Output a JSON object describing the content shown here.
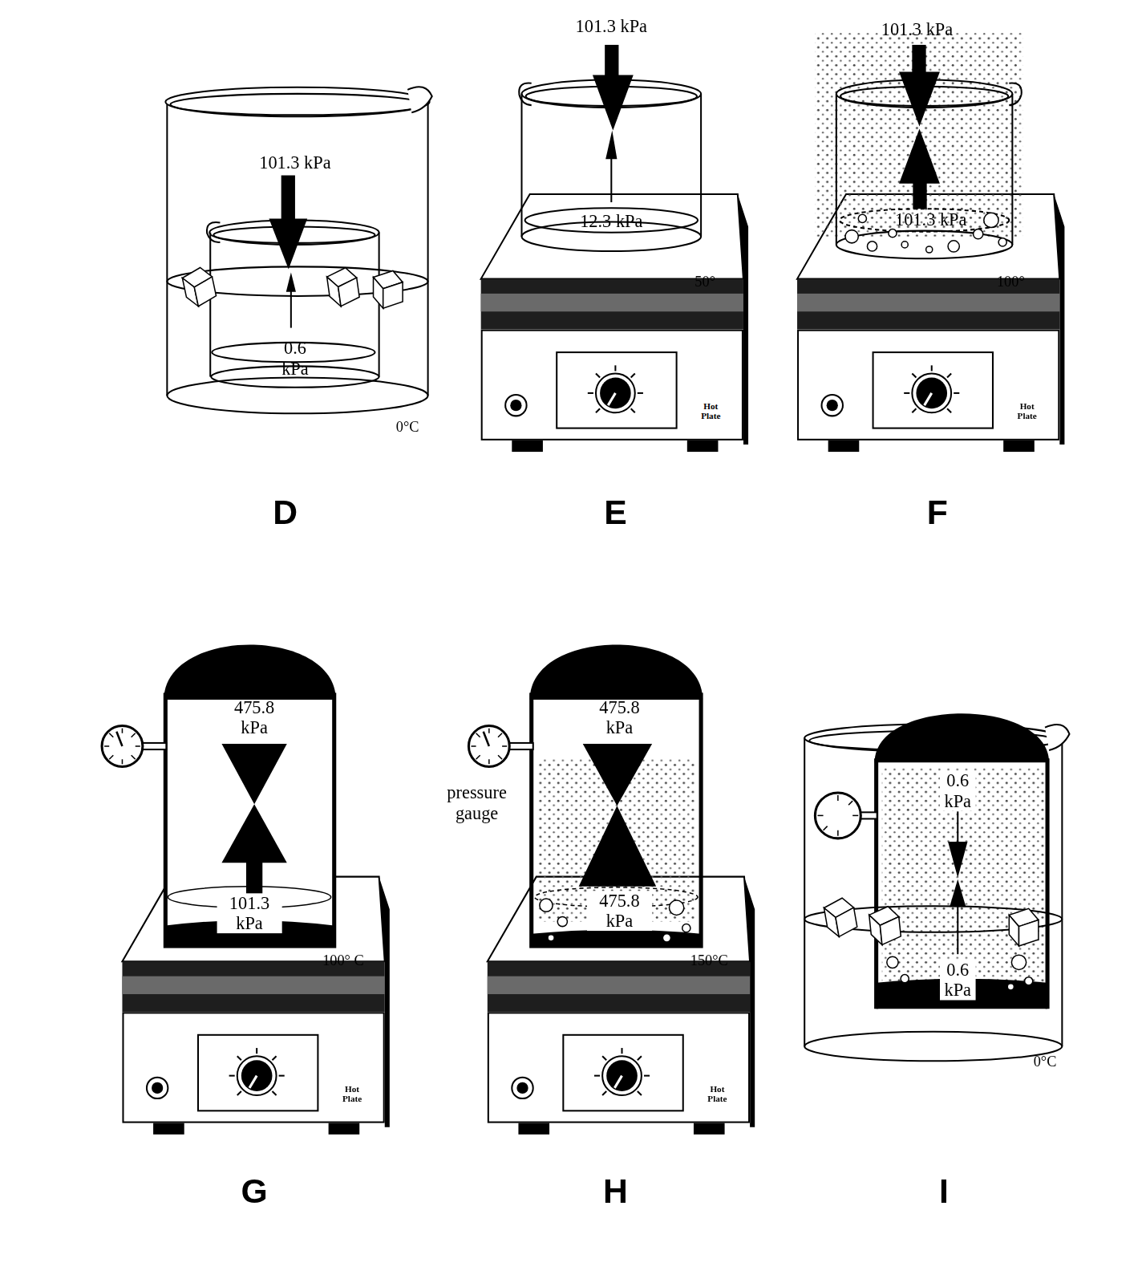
{
  "diagram": {
    "nodes": [
      {
        "text": [
          "Hot Plate"
        ]
      },
      {
        "text": [
          "Hot Plate"
        ]
      },
      {
        "text": [
          "Hot Plate"
        ]
      },
      {
        "text": [
          "Hot Plate"
        ]
      }
    ],
    "labels": [
      "101.3 kPa",
      "0.6 kPa",
      "0°C",
      "D",
      "101.3 kPa",
      "12.3 kPa",
      "50°",
      "E",
      "101.3 kPa",
      "101.3 kPa",
      "100°",
      "F",
      "475.8 kPa",
      "101.3 kPa",
      "100° C",
      "G",
      "pressure gauge",
      "475.8 kPa",
      "475.8 kPa",
      "150°C",
      "H",
      "0.6 kPa",
      "0.6 kPa",
      "0°C",
      "I"
    ]
  }
}
